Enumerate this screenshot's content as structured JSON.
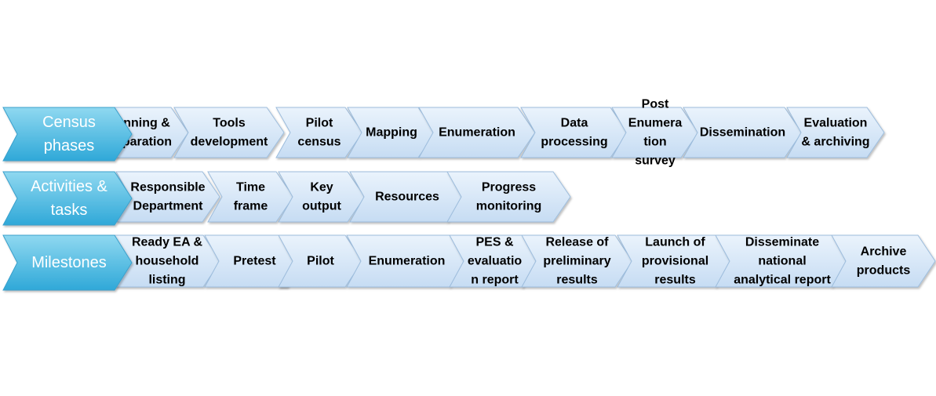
{
  "colors": {
    "header_fill_top": "#8fd8f0",
    "header_fill_bottom": "#2fa8d8",
    "header_stroke": "#3aa0cc",
    "step_fill_top": "#eaf3fc",
    "step_fill_bottom": "#c6dcf3",
    "step_stroke": "#9cbcdc"
  },
  "rows": [
    {
      "header": [
        "Census",
        "phases"
      ],
      "steps": [
        [
          "Planning &",
          "preparation"
        ],
        [
          "Tools",
          "development"
        ],
        [
          "Pilot",
          "census"
        ],
        [
          "Mapping"
        ],
        [
          "Enumeration"
        ],
        [
          "Data",
          "processing"
        ],
        [
          "Post",
          "Enumera",
          "tion",
          "survey"
        ],
        [
          "Dissemination"
        ],
        [
          "Evaluation",
          "& archiving"
        ]
      ]
    },
    {
      "header": [
        "Activities &",
        "tasks"
      ],
      "steps": [
        [
          "Responsible",
          "Department"
        ],
        [
          "Time",
          "frame"
        ],
        [
          "Key",
          "output"
        ],
        [
          "Resources"
        ],
        [
          "Progress",
          "monitoring"
        ]
      ]
    },
    {
      "header": [
        "Milestones"
      ],
      "steps": [
        [
          "Ready EA &",
          "household",
          "listing"
        ],
        [
          "Pretest"
        ],
        [
          "Pilot"
        ],
        [
          "Enumeration"
        ],
        [
          "PES &",
          "evaluatio",
          "n report"
        ],
        [
          "Release of",
          "preliminary",
          "results"
        ],
        [
          "Launch of",
          "provisional",
          "results"
        ],
        [
          "Disseminate",
          "national",
          "analytical report"
        ],
        [
          "Archive",
          "products"
        ]
      ]
    }
  ]
}
